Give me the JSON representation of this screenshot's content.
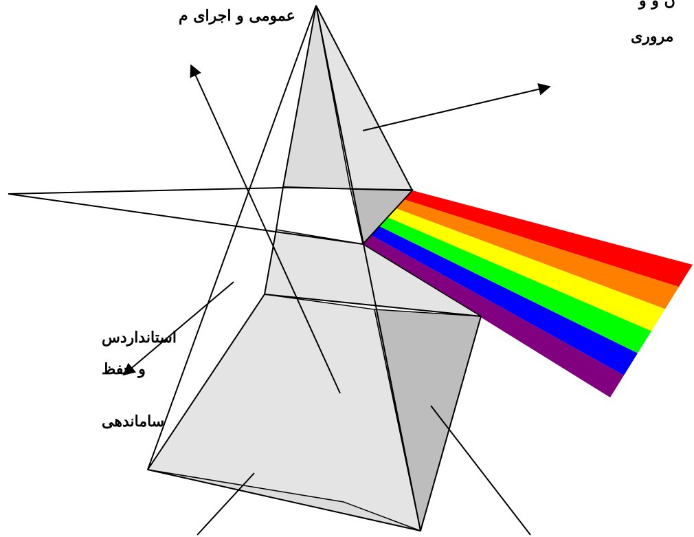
{
  "labels": {
    "top_left": "عمومی و اجرای م",
    "top_right_line1": "ن  و   و",
    "top_right_line2": "مروری",
    "left_line1": "استانداردس",
    "left_line2": "و  حفظ",
    "left_line3": "ساماندهی"
  },
  "colors": {
    "stroke": "#000000",
    "face_light": "#dcdcdc",
    "face_lighter": "#e4e4e4",
    "face_dark": "#bdbdbd",
    "beam_white": "#ffffff",
    "spectrum": [
      "#ff0000",
      "#ff8000",
      "#ffff00",
      "#00ff00",
      "#0000ff",
      "#800080"
    ]
  }
}
